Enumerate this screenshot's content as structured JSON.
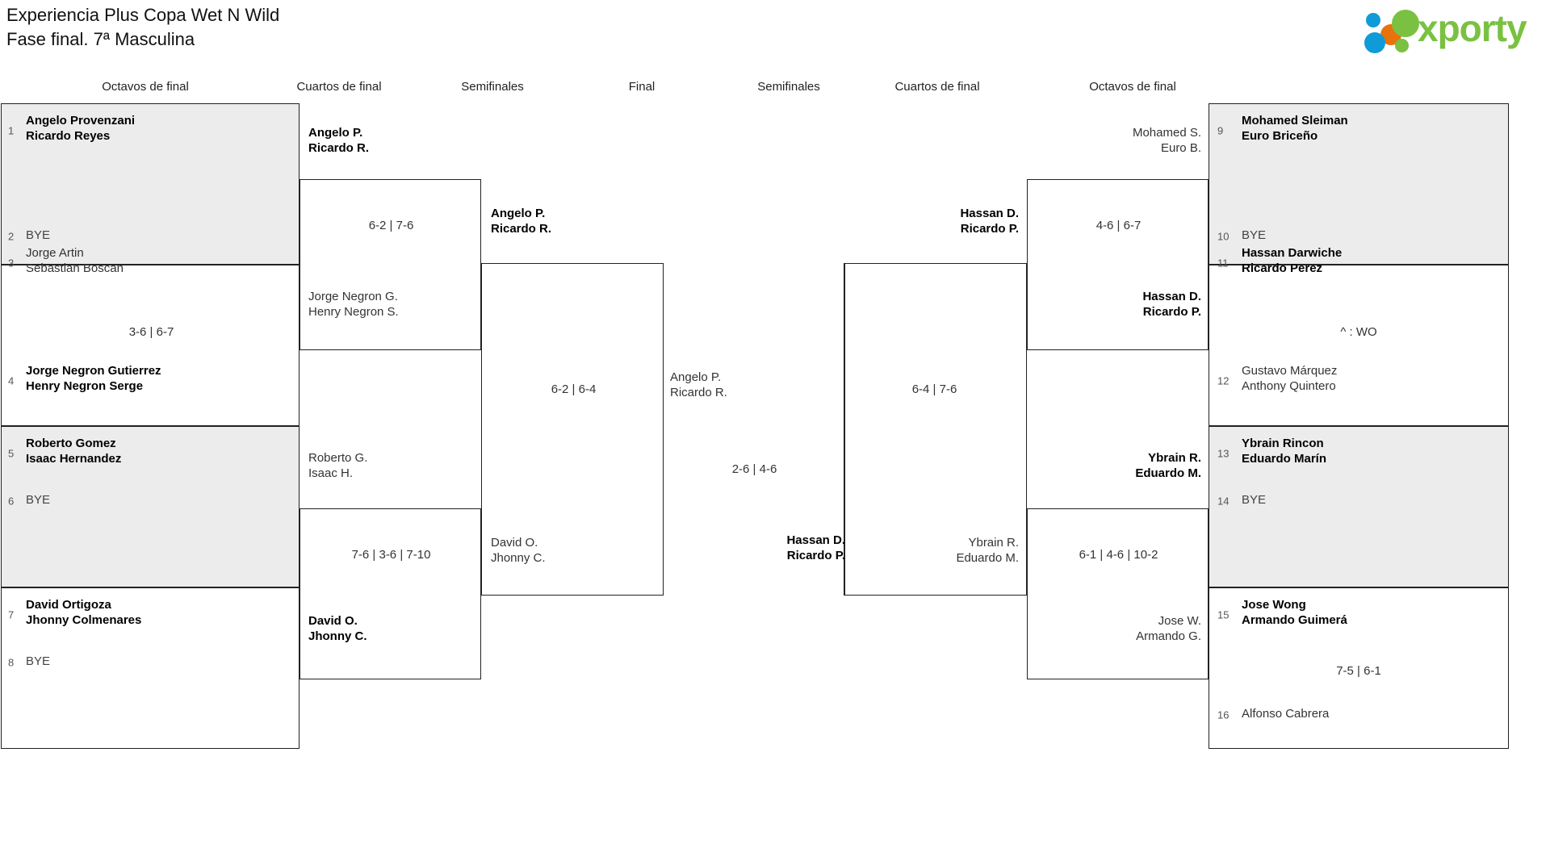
{
  "header": {
    "title": "Experiencia Plus Copa Wet N Wild",
    "subtitle": "Fase final. 7ª Masculina",
    "logo_text": "xporty"
  },
  "colors": {
    "brand_green": "#7ac142",
    "brand_blue": "#0f9bd7",
    "brand_orange": "#e8720c",
    "shaded_row": "#ececec",
    "border": "#222222"
  },
  "round_headers": {
    "left_r16": "Octavos de final",
    "left_qf": "Cuartos de final",
    "left_sf": "Semifinales",
    "final": "Final",
    "right_sf": "Semifinales",
    "right_qf": "Cuartos de final",
    "right_r16": "Octavos de final"
  },
  "left": {
    "r16": [
      {
        "seed": "1",
        "line1": "Angelo Provenzani",
        "line2": "Ricardo Reyes",
        "state": "win",
        "shaded": true
      },
      {
        "seed": "2",
        "line1": "BYE",
        "line2": "",
        "state": "bye",
        "shaded": true
      },
      {
        "seed": "3",
        "line1": "Jorge Artin",
        "line2": "Sebastian Boscan",
        "state": "lose",
        "shaded": false
      },
      {
        "seed": "4",
        "line1": "Jorge Negron Gutierrez",
        "line2": "Henry Negron Serge",
        "state": "win",
        "shaded": false
      },
      {
        "seed": "5",
        "line1": "Roberto Gomez",
        "line2": "Isaac Hernandez",
        "state": "win",
        "shaded": true
      },
      {
        "seed": "6",
        "line1": "BYE",
        "line2": "",
        "state": "bye",
        "shaded": true
      },
      {
        "seed": "7",
        "line1": "David Ortigoza",
        "line2": "Jhonny Colmenares",
        "state": "win",
        "shaded": false
      },
      {
        "seed": "8",
        "line1": "BYE",
        "line2": "",
        "state": "bye",
        "shaded": false
      }
    ],
    "r16_scores": [
      "",
      "3-6 | 6-7",
      "",
      ""
    ],
    "qf": [
      {
        "line1": "Angelo P.",
        "line2": "Ricardo R.",
        "state": "win"
      },
      {
        "line1": "Jorge Negron G.",
        "line2": "Henry Negron S.",
        "state": "lose"
      },
      {
        "line1": "Roberto G.",
        "line2": "Isaac H.",
        "state": "lose"
      },
      {
        "line1": "David O.",
        "line2": "Jhonny C.",
        "state": "win"
      }
    ],
    "qf_scores": [
      "6-2 | 7-6",
      "7-6 | 3-6 | 7-10"
    ],
    "sf": [
      {
        "line1": "Angelo P.",
        "line2": "Ricardo R.",
        "state": "win"
      },
      {
        "line1": "David O.",
        "line2": "Jhonny C.",
        "state": "lose"
      }
    ],
    "sf_score": "6-2 | 6-4"
  },
  "final": {
    "left_player": {
      "line1": "Angelo P.",
      "line2": "Ricardo R.",
      "state": "lose"
    },
    "right_player": {
      "line1": "Hassan D.",
      "line2": "Ricardo P.",
      "state": "win"
    },
    "score": "2-6 | 4-6"
  },
  "right": {
    "r16": [
      {
        "seed": "9",
        "line1": "Mohamed Sleiman",
        "line2": "Euro Briceño",
        "state": "win",
        "shaded": true
      },
      {
        "seed": "10",
        "line1": "BYE",
        "line2": "",
        "state": "bye",
        "shaded": true
      },
      {
        "seed": "11",
        "line1": "Hassan Darwiche",
        "line2": "Ricardo Perez",
        "state": "win",
        "shaded": false
      },
      {
        "seed": "12",
        "line1": "Gustavo Márquez",
        "line2": "Anthony Quintero",
        "state": "lose",
        "shaded": false
      },
      {
        "seed": "13",
        "line1": "Ybrain Rincon",
        "line2": "Eduardo Marín",
        "state": "win",
        "shaded": true
      },
      {
        "seed": "14",
        "line1": "BYE",
        "line2": "",
        "state": "bye",
        "shaded": true
      },
      {
        "seed": "15",
        "line1": "Jose Wong",
        "line2": "Armando Guimerá",
        "state": "win",
        "shaded": false
      },
      {
        "seed": "16",
        "line1": "Alfonso Cabrera",
        "line2": "",
        "state": "lose",
        "shaded": false
      }
    ],
    "r16_scores": [
      "",
      "^ : WO",
      "",
      "7-5 | 6-1"
    ],
    "qf": [
      {
        "line1": "Mohamed S.",
        "line2": "Euro B.",
        "state": "lose"
      },
      {
        "line1": "Hassan D.",
        "line2": "Ricardo P.",
        "state": "win"
      },
      {
        "line1": "Ybrain R.",
        "line2": "Eduardo M.",
        "state": "win"
      },
      {
        "line1": "Jose W.",
        "line2": "Armando G.",
        "state": "lose"
      }
    ],
    "qf_scores": [
      "4-6 | 6-7",
      "6-1 | 4-6 | 10-2"
    ],
    "sf": [
      {
        "line1": "Hassan D.",
        "line2": "Ricardo P.",
        "state": "win"
      },
      {
        "line1": "Ybrain R.",
        "line2": "Eduardo M.",
        "state": "lose"
      }
    ],
    "sf_score": "6-4 | 7-6"
  }
}
